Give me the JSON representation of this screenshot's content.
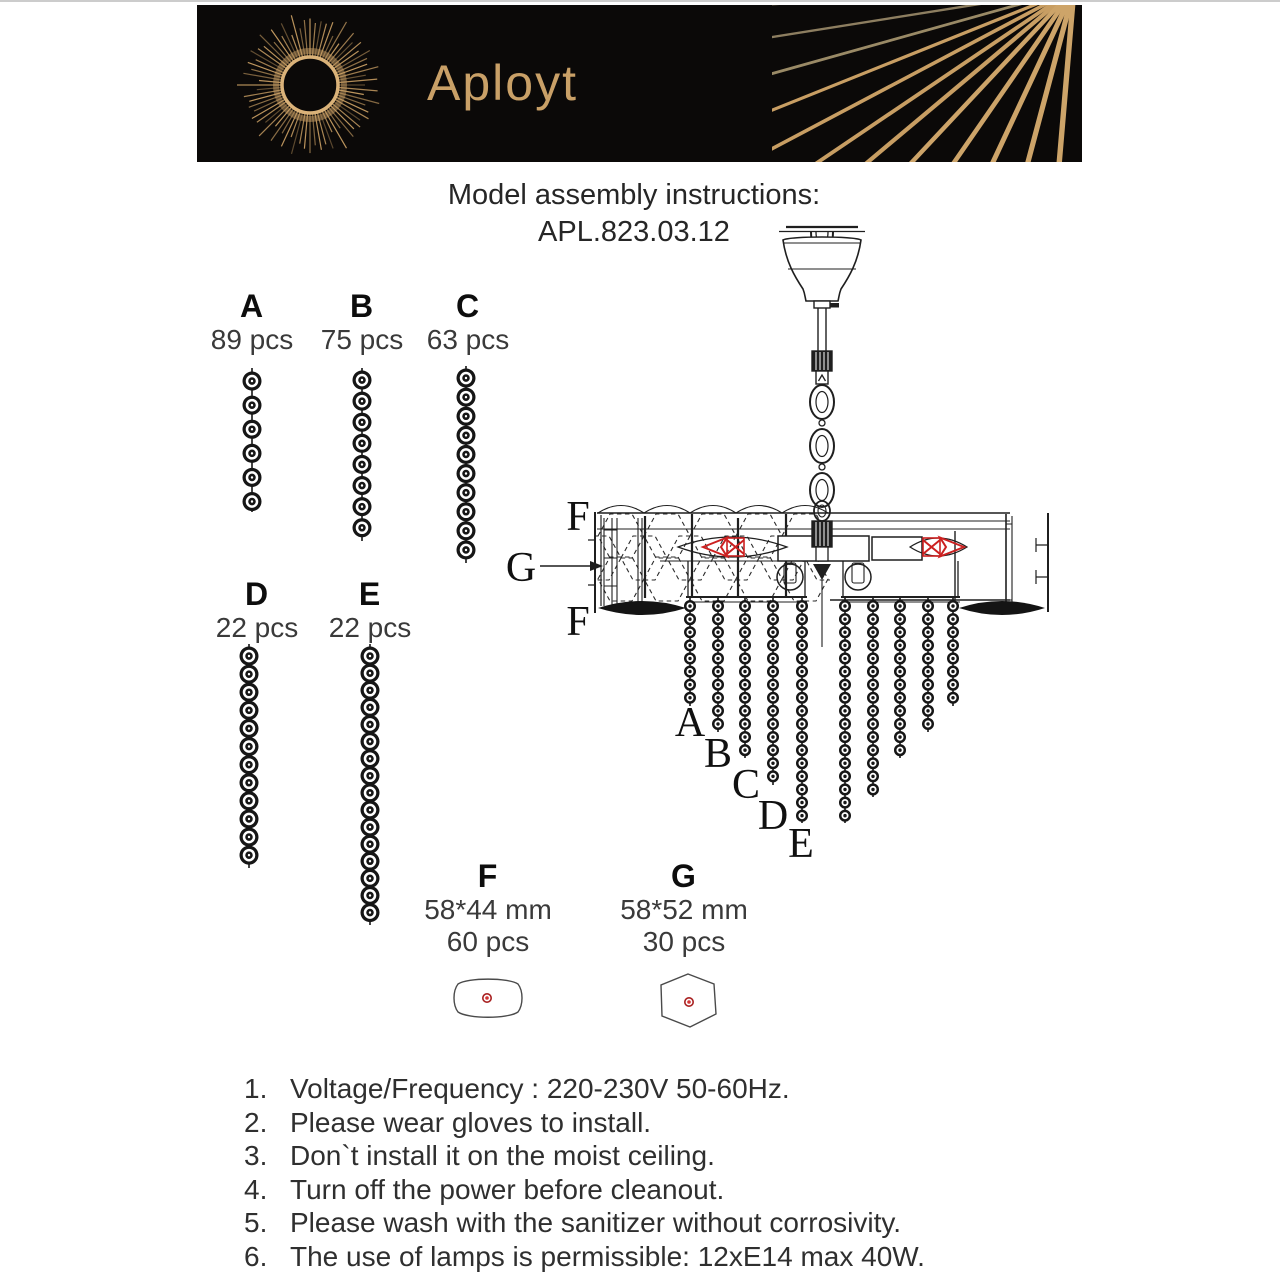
{
  "banner": {
    "brand": "Aployt"
  },
  "title": {
    "line1": "Model assembly instructions:",
    "line2": "APL.823.03.12"
  },
  "parts": {
    "a": {
      "label": "A",
      "count": "89 pcs"
    },
    "b": {
      "label": "B",
      "count": "75 pcs"
    },
    "c": {
      "label": "C",
      "count": "63 pcs"
    },
    "d": {
      "label": "D",
      "count": "22 pcs"
    },
    "e": {
      "label": "E",
      "count": "22 pcs"
    },
    "f": {
      "label": "F",
      "size": "58*44 mm",
      "count": "60 pcs"
    },
    "g": {
      "label": "G",
      "size": "58*52 mm",
      "count": "30 pcs"
    }
  },
  "diagram": {
    "labels": {
      "f_top": "F",
      "g": "G",
      "f_bottom": "F",
      "a": "A",
      "b": "B",
      "c": "C",
      "d": "D",
      "e": "E"
    }
  },
  "instructions": {
    "items": [
      {
        "num": "1.",
        "text": "Voltage/Frequency : 220-230V 50-60Hz."
      },
      {
        "num": "2.",
        "text": "Please wear gloves to install."
      },
      {
        "num": "3.",
        "text": "Don`t install it on the moist ceiling."
      },
      {
        "num": "4.",
        "text": "Turn off the power before cleanout."
      },
      {
        "num": "5.",
        "text": "Please wash with the sanitizer without corrosivity."
      },
      {
        "num": "6.",
        "text": "The use of lamps is permissible: 12xE14 max 40W."
      }
    ]
  },
  "colors": {
    "gold": "#c89e63",
    "banner_black": "#0b0908",
    "bulb_red": "#cc2020",
    "ink": "#1f1f1f"
  }
}
